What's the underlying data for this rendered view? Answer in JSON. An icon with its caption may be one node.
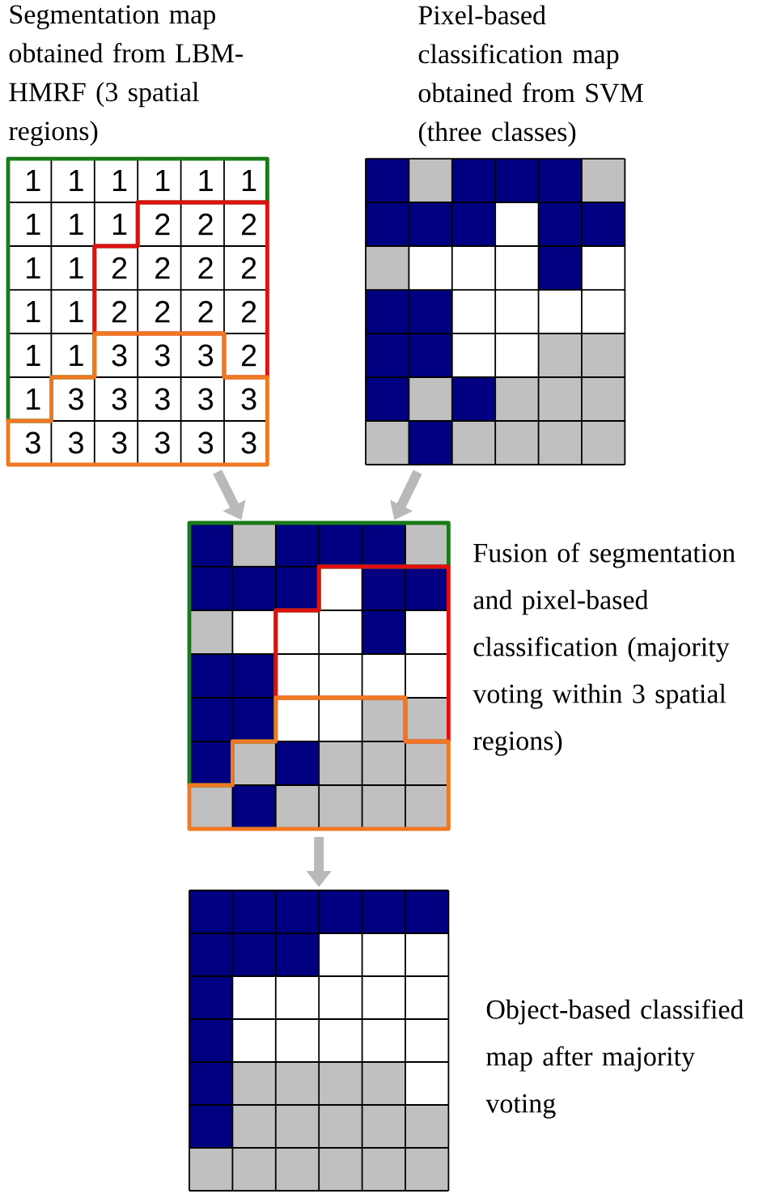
{
  "diagram": {
    "nodes": [
      {
        "text": [
          "Segmentation map obtained from LBM-HMRF (3 spatial regions)"
        ]
      },
      {
        "text": [
          "Pixel-based classification map obtained from SVM (three classes)"
        ]
      },
      {
        "text": [
          "Fusion of segmentation and pixel-based classification (majority voting within 3 spatial regions)"
        ]
      },
      {
        "text": [
          "Object-based classified map after majority voting"
        ]
      }
    ],
    "edges": [
      {
        "from": 0,
        "to": 2,
        "arrow": "to"
      },
      {
        "from": 1,
        "to": 2,
        "arrow": "to"
      },
      {
        "from": 2,
        "to": 3,
        "arrow": "to"
      }
    ],
    "labels": [
      "1",
      "1",
      "1",
      "1",
      "1",
      "1",
      "1",
      "1",
      "1",
      "2",
      "2",
      "2",
      "1",
      "1",
      "2",
      "2",
      "2",
      "2",
      "1",
      "1",
      "2",
      "2",
      "2",
      "2",
      "1",
      "1",
      "3",
      "3",
      "3",
      "2",
      "1",
      "3",
      "3",
      "3",
      "3",
      "3",
      "3",
      "3",
      "3",
      "3",
      "3",
      "3"
    ]
  }
}
